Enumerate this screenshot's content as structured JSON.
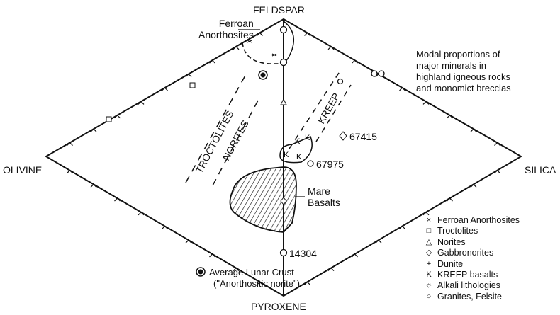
{
  "apices": {
    "top": "FELDSPAR",
    "left": "OLIVINE",
    "right": "SILICA",
    "bottom": "PYROXENE"
  },
  "title": [
    "Modal proportions of",
    "major minerals in",
    "highland igneous rocks",
    "and monomict breccias"
  ],
  "labels": {
    "ferroan": [
      "Ferroan",
      "Anorthosites"
    ],
    "troctolites": "TROCTOLITES",
    "norites": "NORITES",
    "kreep": "KREEP",
    "mare": [
      "Mare",
      "Basalts"
    ],
    "s67415": "67415",
    "s67975": "67975",
    "s14304": "14304",
    "crust": [
      "Average Lunar Crust",
      "(\"Anorthositic norite\")"
    ]
  },
  "legend": [
    {
      "symbol": "×",
      "label": "Ferroan Anorthosites"
    },
    {
      "symbol": "□",
      "label": "Troctolites"
    },
    {
      "symbol": "△",
      "label": "Norites"
    },
    {
      "symbol": "◇",
      "label": "Gabbronorites"
    },
    {
      "symbol": "+",
      "label": "Dunite"
    },
    {
      "symbol": "K",
      "label": "KREEP basalts"
    },
    {
      "symbol": "☼",
      "label": "Alkali lithologies"
    },
    {
      "symbol": "○",
      "label": "Granites, Felsite"
    }
  ]
}
